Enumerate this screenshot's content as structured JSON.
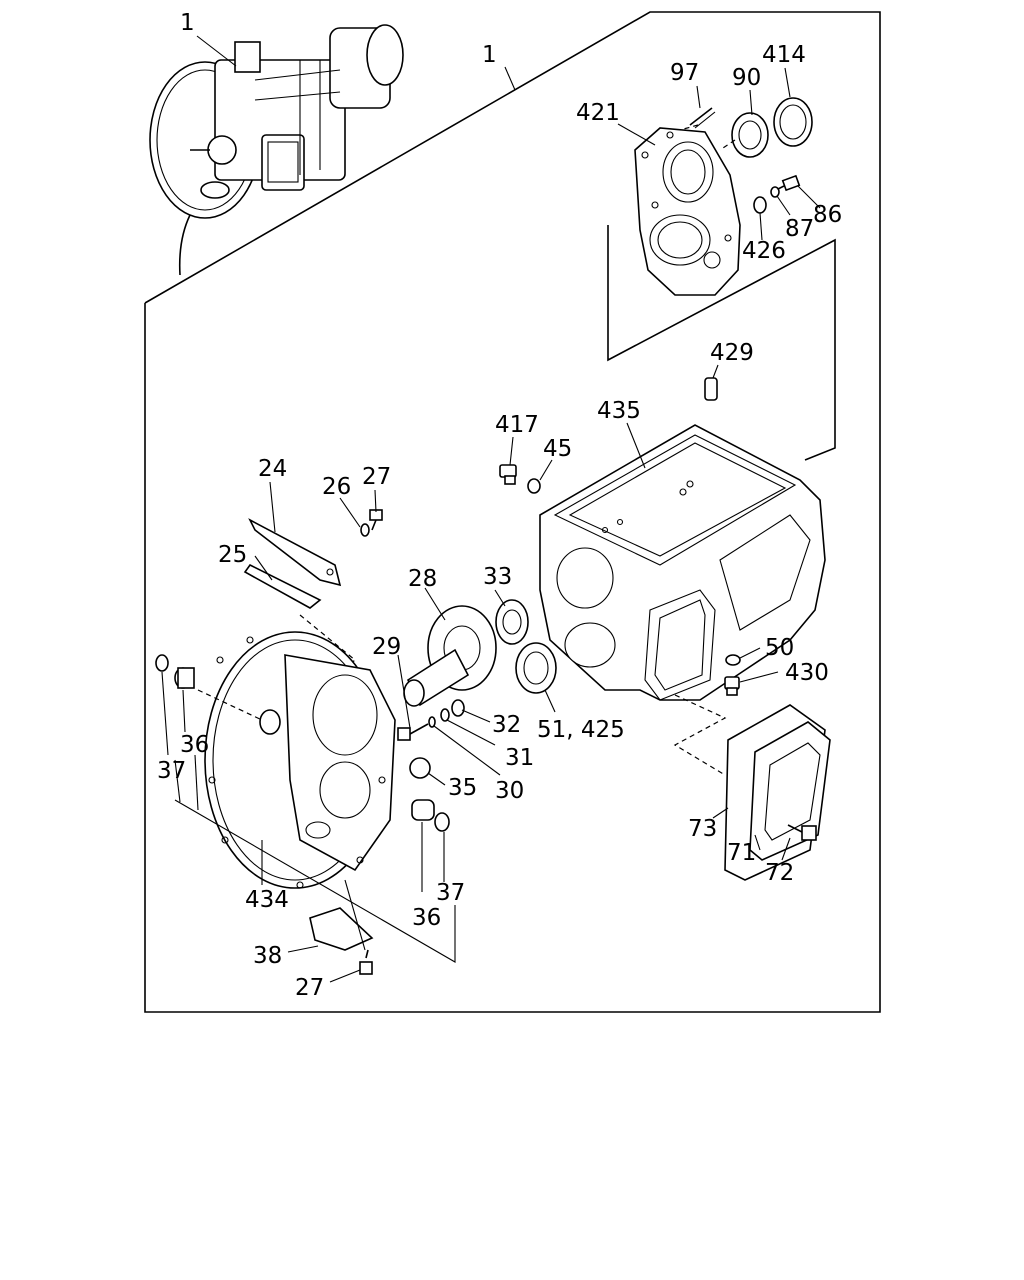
{
  "callouts": {
    "c1a": "1",
    "c1b": "1",
    "c97": "97",
    "c90": "90",
    "c414": "414",
    "c421": "421",
    "c86": "86",
    "c87": "87",
    "c426": "426",
    "c429": "429",
    "c417": "417",
    "c45": "45",
    "c435": "435",
    "c24": "24",
    "c26": "26",
    "c27a": "27",
    "c25": "25",
    "c28": "28",
    "c33": "33",
    "c29": "29",
    "c50": "50",
    "c430": "430",
    "c32": "32",
    "c51_425": "51, 425",
    "c31": "31",
    "c36a": "36",
    "c37a": "37",
    "c35": "35",
    "c30": "30",
    "c73": "73",
    "c71": "71",
    "c72": "72",
    "c434": "434",
    "c37b": "37",
    "c36b": "36",
    "c38": "38",
    "c27b": "27"
  }
}
